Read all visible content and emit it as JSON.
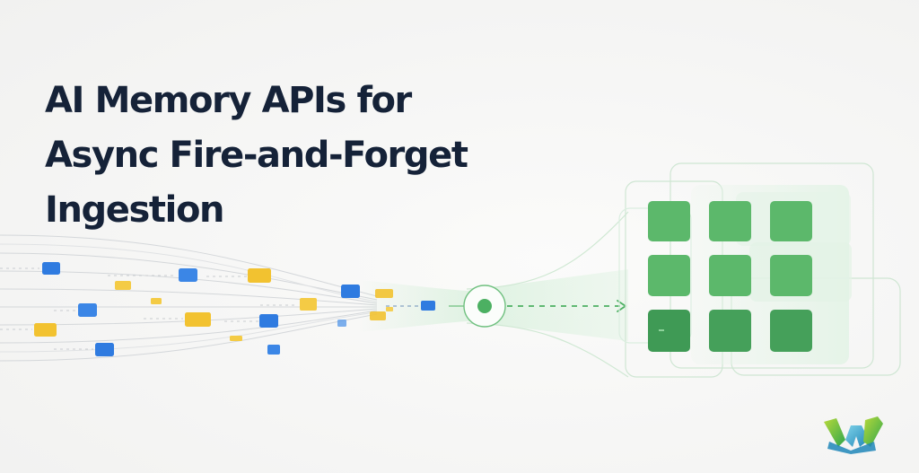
{
  "headline": {
    "line1": "AI Memory APIs for",
    "line2": "Async Fire-and-Forget",
    "line3": "Ingestion"
  },
  "colors": {
    "title": "#152238",
    "blue_packet": "#2f7be0",
    "yellow_packet": "#f2c230",
    "green_block": "#5cb86b",
    "green_block_dark": "#3f9a55",
    "accent_green": "#3fae5a"
  },
  "icons": {
    "brand_logo": "w-logo-icon",
    "ingest_node": "target-node-icon",
    "flow_arrow": "arrow-right-icon"
  }
}
